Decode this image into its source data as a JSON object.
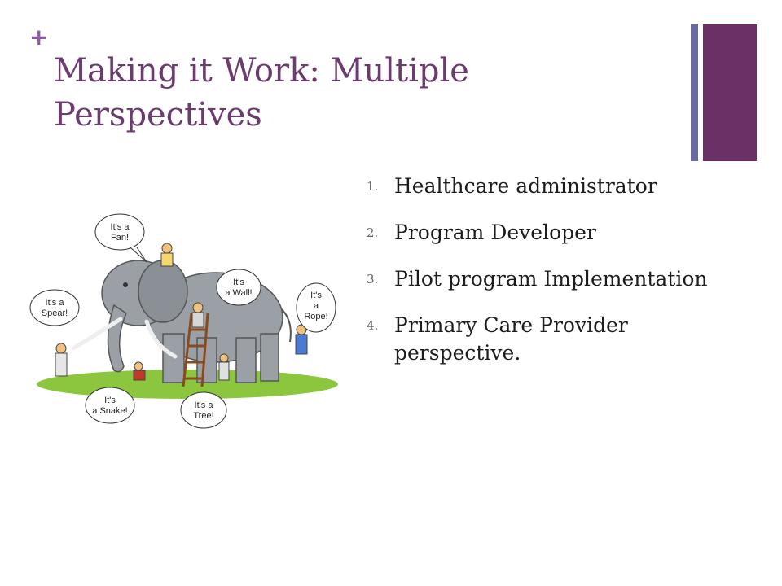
{
  "slide": {
    "plus_glyph": "+",
    "title": "Making it Work: Multiple Perspectives",
    "list": [
      {
        "num": "1.",
        "text": "Healthcare administrator"
      },
      {
        "num": "2.",
        "text": "Program Developer"
      },
      {
        "num": "3.",
        "text": "Pilot program Implementation"
      },
      {
        "num": "4.",
        "text": "Primary Care Provider perspective."
      }
    ]
  },
  "illustration": {
    "bubbles": {
      "fan": [
        "It's a",
        "Fan!"
      ],
      "wall": [
        "It's",
        "a Wall!"
      ],
      "spear": [
        "It's a",
        "Spear!"
      ],
      "rope": [
        "It's",
        "a",
        "Rope!"
      ],
      "snake": [
        "It's",
        "a Snake!"
      ],
      "tree": [
        "It's a",
        "Tree!"
      ]
    }
  },
  "colors": {
    "title": "#6b3d6e",
    "accent_bar": "#6b3066",
    "thin_bar": "#6a6aa3",
    "plus": "#8a5aa3"
  }
}
